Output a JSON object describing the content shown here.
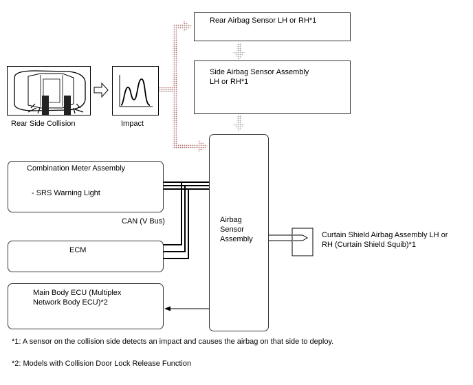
{
  "diagram": {
    "collision_caption": "Rear Side Collision",
    "impact_caption": "Impact",
    "rear_sensor": "Rear Airbag Sensor LH or RH*1",
    "side_sensor_line1": "Side Airbag Sensor Assembly",
    "side_sensor_line2": "LH or RH*1",
    "combination_meter": "Combination Meter Assembly",
    "srs_warning": "- SRS Warning Light",
    "can_label": "CAN (V Bus)",
    "ecm": "ECM",
    "main_body_line1": "Main Body ECU (Multiplex",
    "main_body_line2": "Network Body ECU)*2",
    "airbag_line1": "Airbag",
    "airbag_line2": "Sensor",
    "airbag_line3": "Assembly",
    "curtain_line1": "Curtain Shield Airbag Assembly LH or",
    "curtain_line2": "RH (Curtain Shield Squib)*1",
    "icons": [
      "car-collision-icon",
      "impact-graph-icon",
      "squib-icon"
    ],
    "colors": {
      "impact_arrow": "#b07070",
      "sensor_arrow": "#a0a0a0",
      "line": "#000000"
    }
  },
  "footnotes": {
    "note1": "*1: A sensor on the collision side detects an impact and causes the airbag on that side to deploy.",
    "note2": "*2: Models with Collision Door Lock Release Function"
  }
}
